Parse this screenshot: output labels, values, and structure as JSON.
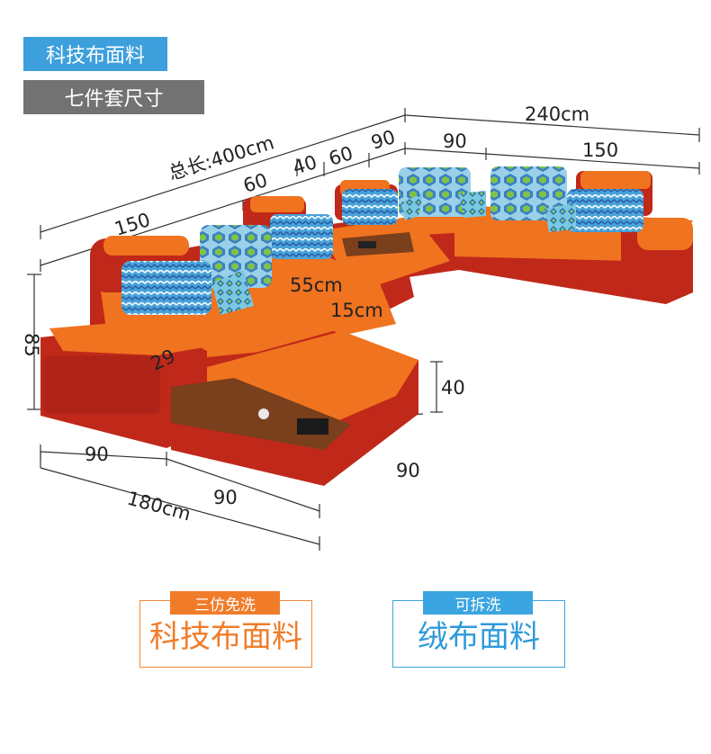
{
  "header": {
    "fabric_tag": "科技布面料",
    "size_tag": "七件套尺寸"
  },
  "dimensions": {
    "total_length": "总长:400cm",
    "right_total": "240cm",
    "left_150": "150",
    "d60": "60",
    "d40": "40",
    "d60b": "60",
    "d90_top": "90",
    "d90_right": "90",
    "d150_right": "150",
    "height_85": "85",
    "cushion_55": "55cm",
    "cushion_15": "15cm",
    "arm_29": "29",
    "chaise_40": "40",
    "bottom_90_left": "90",
    "bottom_90_mid": "90",
    "bottom_180": "180cm",
    "chaise_90": "90"
  },
  "options": [
    {
      "label": "三仿免洗",
      "title": "科技布面料",
      "color": "#f07c2a"
    },
    {
      "label": "可拆洗",
      "title": "绒布面料",
      "color": "#3aa5e0"
    }
  ],
  "colors": {
    "orange_seat": "#f0731f",
    "red_base": "#c0281a",
    "wood": "#7a3f1c",
    "pillow_blue": "#4a9fd4"
  }
}
